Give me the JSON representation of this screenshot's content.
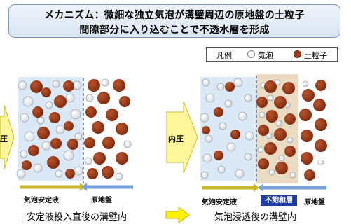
{
  "title": {
    "line1": "メカニズム：微細な独立気泡が溝璧周辺の原地盤の土粒子",
    "line2": "間隙部分に入り込むことで不透水層を形成"
  },
  "legend": {
    "label": "凡例",
    "bubble": "気泡",
    "soil": "土粒子"
  },
  "left_panel": {
    "pressure_label": "圧",
    "fluid_label": "気泡安定液",
    "ground_label": "原地盤",
    "caption": "安定液投入直後の溝壁内"
  },
  "right_panel": {
    "pressure_label": "内圧",
    "fluid_label": "気泡安定液",
    "unsat_label": "不飽和層",
    "ground_label": "原地盤",
    "caption": "気泡浸透後の溝壁内"
  },
  "colors": {
    "soil": "#9b3a1c",
    "bubble_fill": "#ffffff",
    "fluid_bg": "#dbe8f5",
    "unsat_bg": "#eadbc2",
    "arrow_yellow": "#fff59a",
    "title_border": "#7b98bd"
  }
}
